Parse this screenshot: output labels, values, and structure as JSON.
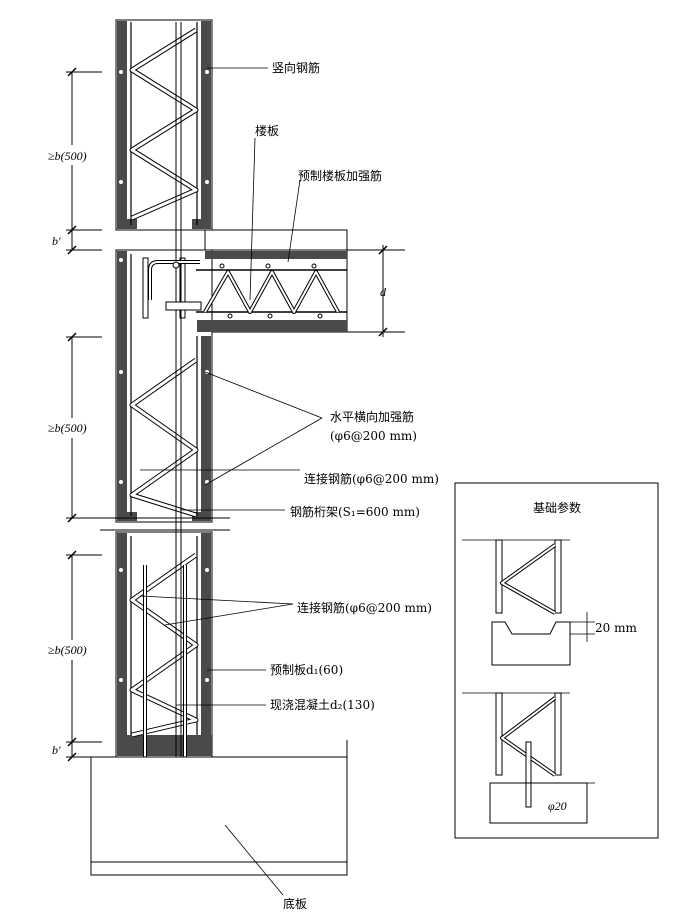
{
  "labels": {
    "vertical_rebar": "竖向钢筋",
    "floor_slab": "楼板",
    "precast_slab_rebar": "预制楼板加强筋",
    "horizontal_rebar": "水平横向加强筋",
    "horizontal_rebar_spec": "(φ6@200 mm)",
    "connecting_rebar_1": "连接钢筋(φ6@200 mm)",
    "truss": "钢筋桁架(S₁=600 mm)",
    "connecting_rebar_2": "连接钢筋(φ6@200 mm)",
    "precast_panel": "预制板d₁(60)",
    "cast_concrete": "现浇混凝土d₂(130)",
    "base_slab": "底板",
    "dim_b_top": "≥b(500)",
    "dim_b_mid": "≥b(500)",
    "dim_b_bottom": "≥b(500)",
    "dim_bprime_top": "b′",
    "dim_bprime_bottom": "b′",
    "dim_d": "d"
  },
  "detail_panel": {
    "title": "基础参数",
    "dim_20mm": "20 mm",
    "dim_phi20": "φ20"
  }
}
